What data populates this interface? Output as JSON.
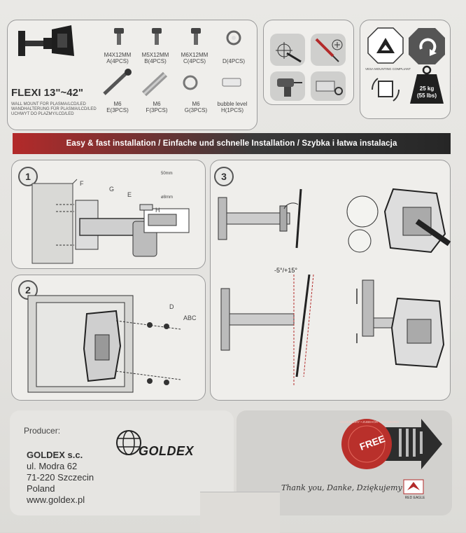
{
  "product": {
    "name": "FLEXI 13\"~42\"",
    "desc_lines": [
      "WALL MOUNT FOR PLASMA/LCD/LED",
      "WANDHALTERUNG FÜR PLASMA/LCD/LED",
      "UCHWYT DO PLAZMY/LCD/LED"
    ]
  },
  "parts": [
    {
      "name": "M4X12MM",
      "qty": "A(4PCS)"
    },
    {
      "name": "M5X12MM",
      "qty": "B(4PCS)"
    },
    {
      "name": "M6X12MM",
      "qty": "C(4PCS)"
    },
    {
      "name": "",
      "qty": "D(4PCS)"
    },
    {
      "name": "M6",
      "qty": "E(3PCS)"
    },
    {
      "name": "M6",
      "qty": "F(3PCS)"
    },
    {
      "name": "M6",
      "qty": "G(3PCS)"
    },
    {
      "name": "bubble level",
      "qty": "H(1PCS)"
    }
  ],
  "weight": {
    "kg": "25 kg",
    "lbs": "(55 lbs)"
  },
  "vesa_label": "VESA MOUNTING COMPLIANT",
  "banner": "Easy & fast installation  /  Einfache und schnelle Installation  /  Szybka i łatwa instalacja",
  "steps": {
    "one": "1",
    "two": "2",
    "three": "3",
    "letters": {
      "F": "F",
      "G": "G",
      "E": "E",
      "H": "H",
      "D": "D",
      "ABC": "ABC"
    },
    "drill_dims": {
      "depth": "50mm",
      "diameter": "ø8mm"
    },
    "tilt": "-5°/+15°"
  },
  "producer": {
    "label": "Producer:",
    "company": "GOLDEX s.c.",
    "street": "ul. Modra 62",
    "city": "71-220 Szczecin",
    "country": "Poland",
    "web": "www.goldex.pl",
    "logo": "GOLDEX"
  },
  "free": {
    "word": "FREE",
    "arc": "ACCESSORY • ZUBEHÖR • AKCESORIA"
  },
  "thanks": "Thank you, Danke, Dziękujemy",
  "brand": "RED EAGLE",
  "colors": {
    "banner_red": "#b32a2a",
    "banner_dark": "#262626",
    "free_red": "#b9302b"
  }
}
